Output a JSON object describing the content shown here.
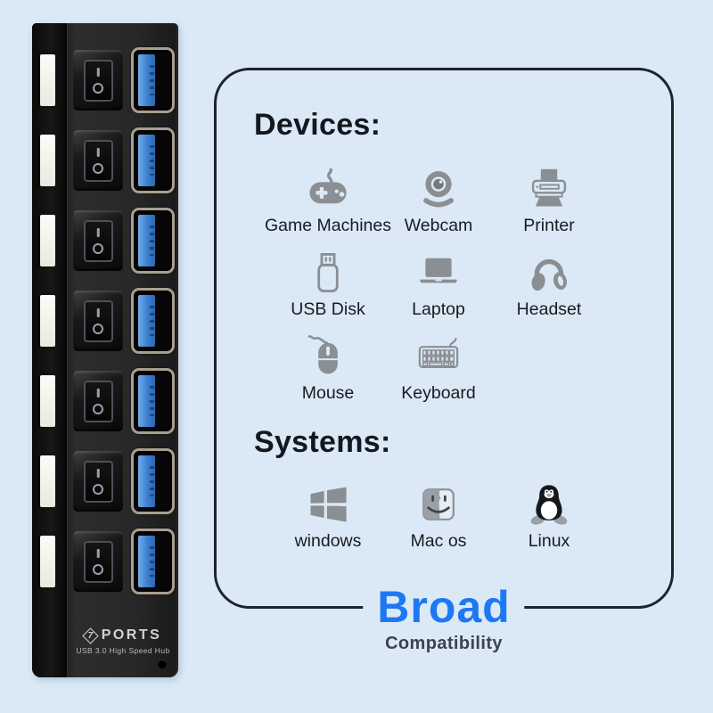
{
  "page": {
    "background_color": "#dbe9f6"
  },
  "hub": {
    "ports_count": 7,
    "switch_markings": [
      "I",
      "O"
    ],
    "badge_number": "7",
    "brand": "PORTS",
    "tagline": "USB 3.0 High Speed Hub",
    "usb_tongue_color": "#3b7fd0",
    "led_window_color": "#f4f4ee"
  },
  "card": {
    "devices_heading": "Devices:",
    "device_items": [
      {
        "label": "Game Machines",
        "icon": "gamepad-icon"
      },
      {
        "label": "Webcam",
        "icon": "webcam-icon"
      },
      {
        "label": "Printer",
        "icon": "printer-icon"
      },
      {
        "label": "USB Disk",
        "icon": "usb-disk-icon"
      },
      {
        "label": "Laptop",
        "icon": "laptop-icon"
      },
      {
        "label": "Headset",
        "icon": "headset-icon"
      },
      {
        "label": "Mouse",
        "icon": "mouse-icon"
      },
      {
        "label": "Keyboard",
        "icon": "keyboard-icon"
      }
    ],
    "systems_heading": "Systems:",
    "system_items": [
      {
        "label": "windows",
        "icon": "windows-icon"
      },
      {
        "label": "Mac os",
        "icon": "macos-icon"
      },
      {
        "label": "Linux",
        "icon": "linux-icon"
      }
    ],
    "footer_title": "Broad",
    "footer_subtitle": "Compatibility",
    "accent_color": "#1e78f3",
    "icon_color": "#8a8f94"
  }
}
